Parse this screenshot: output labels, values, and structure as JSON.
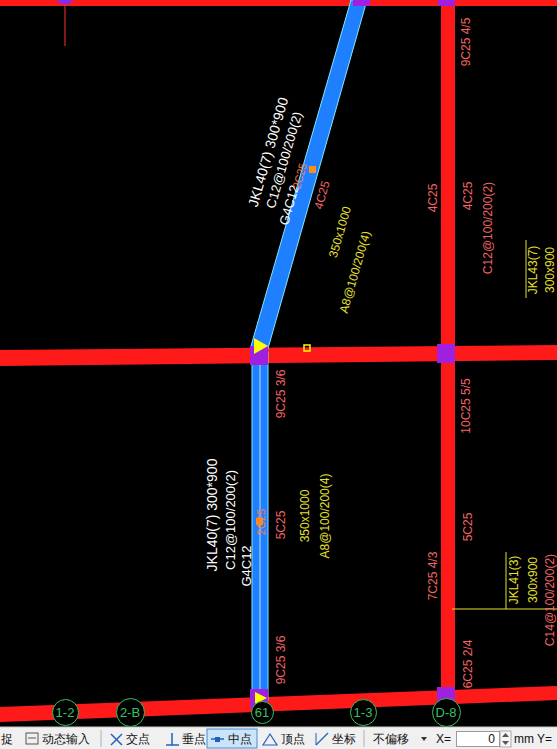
{
  "diagram": {
    "nodes": [
      {
        "text": [
          "1-2"
        ]
      },
      {
        "text": [
          "2-B"
        ]
      },
      {
        "text": [
          "61"
        ]
      },
      {
        "text": [
          "1-3"
        ]
      },
      {
        "text": [
          "D-8"
        ]
      },
      {
        "text": [
          "0"
        ]
      }
    ],
    "labels": [
      "JKL40(7) 300*900",
      "C12@100/200(2)",
      "G4C12",
      "2C25",
      "4C25",
      "350x1000",
      "A8@100/200(4)",
      "9C25 4/5",
      "4C25",
      "4C25",
      "C12@100/200(2)",
      "JKL43(7)",
      "300x900",
      "JKL40(7) 300*900",
      "C12@100/200(2)",
      "G4C12",
      "2C25",
      "9C25 3/6",
      "5C25",
      "350x1000",
      "A8@100/200(4)",
      "9C25 3/6",
      "10C25 5/5",
      "7C25 4/3",
      "5C25",
      "6C25 2/4",
      "JKL41(3)",
      "300x900",
      "C14@100/200(2)",
      "捉",
      "动态输入",
      "交点",
      "垂点",
      "中点",
      "顶点",
      "坐标",
      "不偏移",
      "X=",
      "mm Y="
    ]
  }
}
